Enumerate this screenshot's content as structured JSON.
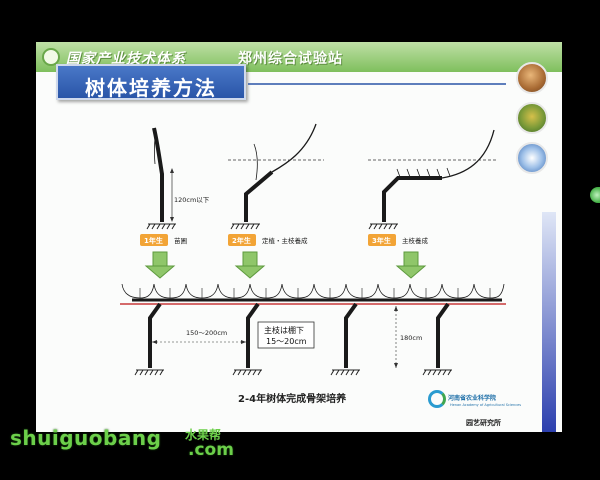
{
  "header": {
    "system_name": "国家产业技术体系",
    "station_name": "郑州综合试验站"
  },
  "slide": {
    "title": "树体培养方法"
  },
  "stages": [
    {
      "year_label": "1年生",
      "action": "苗圃"
    },
    {
      "year_label": "2年生",
      "action": "定植・主枝養成"
    },
    {
      "year_label": "3年生",
      "action": "主枝養成"
    }
  ],
  "annotations": {
    "height_label": "120cm以下",
    "spacing_label": "150～200cm",
    "trellis_height": "180cm",
    "branch_note_line1": "主枝は棚下",
    "branch_note_line2": "15～20cm"
  },
  "caption": "2-4年树体完成骨架培养",
  "institute": {
    "name": "河南省农业科学院",
    "english_name": "Henan Academy of Agricultural Sciences",
    "department": "园艺研究所"
  },
  "watermark": {
    "main": "shuiguobang",
    "chinese": "水果帮",
    "domain": ".com"
  }
}
